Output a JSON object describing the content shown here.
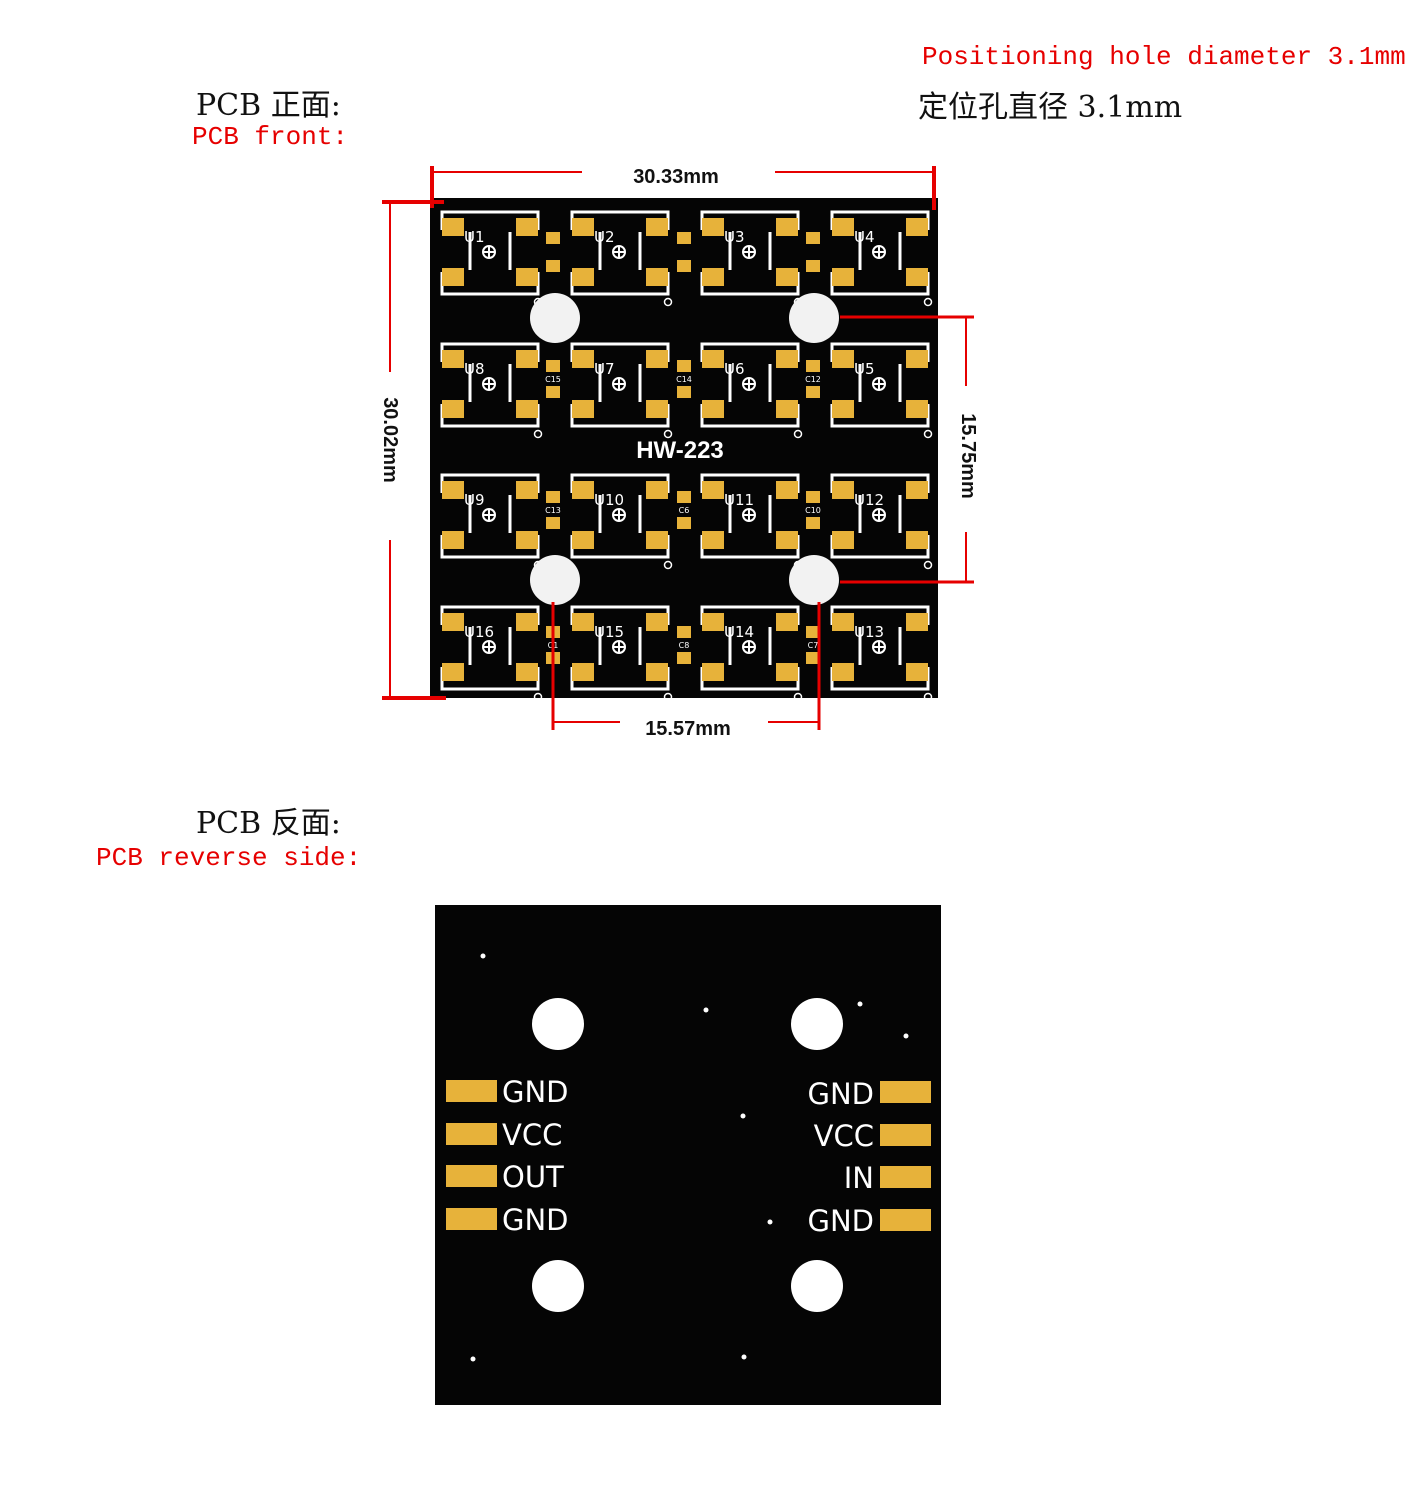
{
  "front": {
    "title": "PCB 正面:",
    "subtitle": "PCB front:",
    "board_label": "HW-223",
    "width_dim": "30.33mm",
    "height_dim": "30.02mm",
    "hole_vertical_dim": "15.75mm",
    "hole_horizontal_dim": "15.57mm",
    "leds": [
      "U1",
      "U2",
      "U3",
      "U4",
      "U8",
      "U7",
      "U6",
      "U5",
      "U9",
      "U10",
      "U11",
      "U12",
      "U16",
      "U15",
      "U14",
      "U13"
    ],
    "caps": [
      "C15",
      "C14",
      "C12",
      "C13",
      "C6",
      "C10",
      "C1",
      "C8",
      "C7"
    ]
  },
  "hole_note": {
    "en": "Positioning hole diameter 3.1mm",
    "cn": "定位孔直径 3.1mm"
  },
  "back": {
    "title": "PCB 反面:",
    "subtitle": "PCB reverse side:",
    "left_pins": [
      "GND",
      "VCC",
      "OUT",
      "GND"
    ],
    "right_pins": [
      "GND",
      "VCC",
      "IN",
      "GND"
    ]
  },
  "colors": {
    "board": "#050505",
    "pad": "#e7b23a",
    "silkscreen": "#ffffff",
    "dimension_line": "#e60000",
    "annotation_text": "#e60000"
  }
}
